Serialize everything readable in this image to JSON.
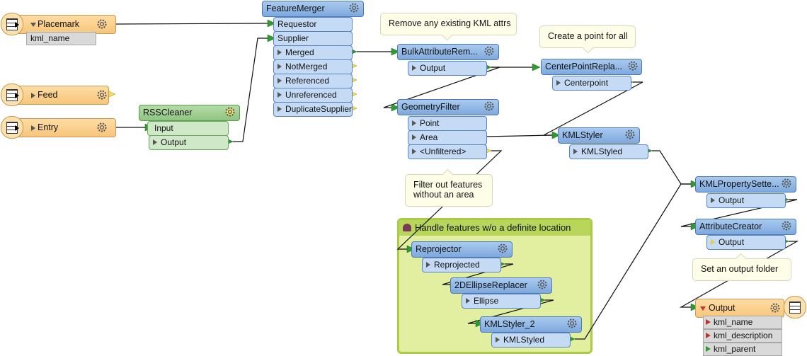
{
  "colors": {
    "transformer": "#8ab2e4",
    "reader": "#f6c67b",
    "port_green": "#2e9b2e",
    "port_yellow": "#e8d44a",
    "bookmark": "#e2eea0"
  },
  "icons": {
    "gear": "gear-icon",
    "table": "table-icon",
    "bookmark": "bookmark-icon"
  },
  "readers": {
    "placemark": {
      "label": "Placemark",
      "attr": "kml_name"
    },
    "feed": {
      "label": "Feed"
    },
    "entry": {
      "label": "Entry"
    }
  },
  "transformers": {
    "featuremerger": {
      "title": "FeatureMerger",
      "ports": [
        "Requestor",
        "Supplier",
        "Merged",
        "NotMerged",
        "Referenced",
        "Unreferenced",
        "DuplicateSupplier"
      ]
    },
    "rsscleaner": {
      "title": "RSSCleaner",
      "in": "Input",
      "out": "Output"
    },
    "bulk": {
      "title": "BulkAttributeRem...",
      "out": "Output"
    },
    "centerpoint": {
      "title": "CenterPointRepla...",
      "out": "Centerpoint"
    },
    "geometryfilter": {
      "title": "GeometryFilter",
      "ports": [
        "Point",
        "Area",
        "<Unfiltered>"
      ]
    },
    "kmlstyler": {
      "title": "KMLStyler",
      "out": "KMLStyled"
    },
    "kmlproperty": {
      "title": "KMLPropertySette...",
      "out": "Output"
    },
    "attributecreator": {
      "title": "AttributeCreator",
      "out": "Output"
    },
    "reprojector": {
      "title": "Reprojector",
      "out": "Reprojected"
    },
    "ellipse": {
      "title": "2DEllipseReplacer",
      "out": "Ellipse"
    },
    "kmlstyler2": {
      "title": "KMLStyler_2",
      "out": "KMLStyled"
    }
  },
  "writer": {
    "label": "Output",
    "attrs": [
      "kml_name",
      "kml_description",
      "kml_parent"
    ]
  },
  "bookmark": {
    "title": "Handle features w/o a definite location"
  },
  "notes": {
    "remove": "Remove any existing KML attrs",
    "createpoint": "Create a point for all",
    "filter": "Filter out features\nwithout an area",
    "folder": "Set an output folder"
  }
}
